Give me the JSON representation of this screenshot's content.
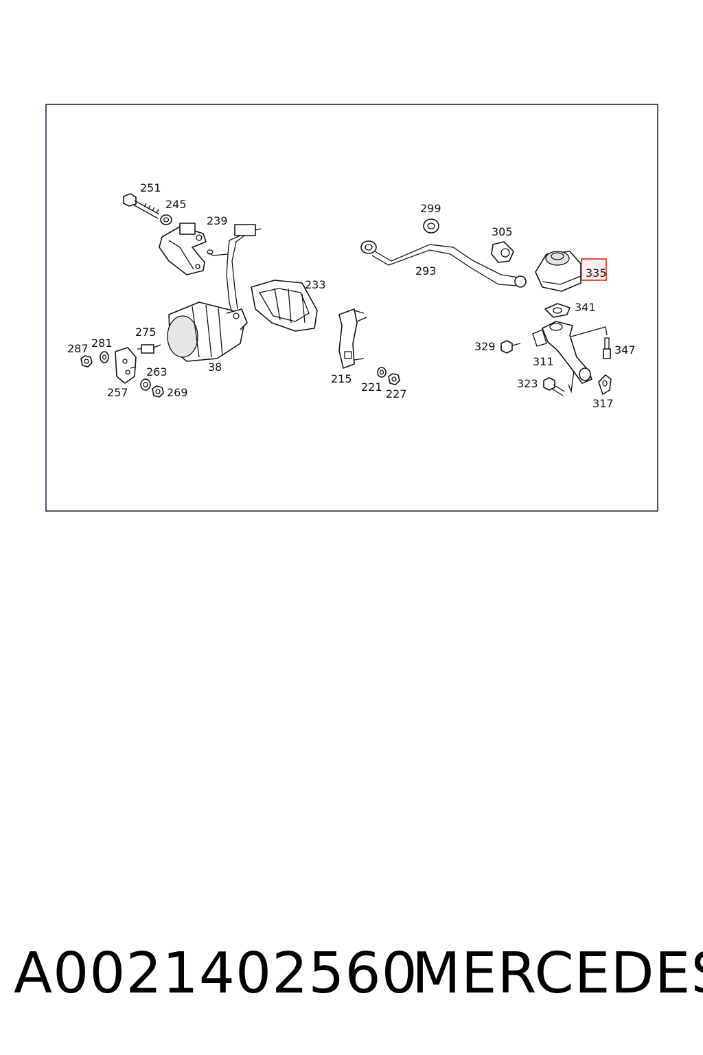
{
  "diagram": {
    "labels": {
      "p251": "251",
      "p245": "245",
      "p239": "239",
      "p233": "233",
      "p299": "299",
      "p305": "305",
      "p293": "293",
      "p335": "335",
      "p341": "341",
      "p329": "329",
      "p311": "311",
      "p347": "347",
      "p323": "323",
      "p317": "317",
      "p275": "275",
      "p287": "287",
      "p281": "281",
      "p263": "263",
      "p257": "257",
      "p269": "269",
      "p38": "38",
      "p215": "215",
      "p221": "221",
      "p227": "227"
    },
    "highlight_color": "#e53935"
  },
  "footer": {
    "part_number": "A0021402560",
    "brand": "MERCEDES"
  }
}
